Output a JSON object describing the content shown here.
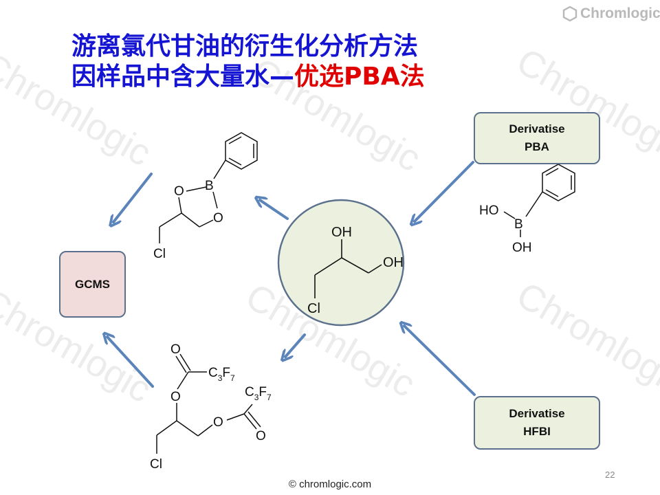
{
  "watermark": "Chromlogic",
  "logo": {
    "text": "Chromlogic"
  },
  "title": {
    "line1": "游离氯代甘油的衍生化分析方法",
    "line2_black": "因样品中含大量水—",
    "line2_red": "优选PBA法"
  },
  "boxes": {
    "pba": {
      "line1": "Derivatise",
      "line2": "PBA"
    },
    "hfbi": {
      "line1": "Derivatise",
      "line2": "HFBI"
    },
    "gcms": "GCMS"
  },
  "molecules": {
    "glycerol": {
      "oh1": "OH",
      "oh2": "OH",
      "cl": "Cl"
    },
    "pba_reagent": {
      "ho": "HO",
      "b": "B",
      "oh": "OH"
    },
    "pba_product": {
      "o1": "O",
      "b": "B",
      "o2": "O",
      "cl": "Cl"
    },
    "hfbi_product": {
      "o_top": "O",
      "c3f7_a": "C",
      "sub3_a": "3",
      "f_a": "F",
      "sub7_a": "7",
      "o_ester1": "O",
      "c3f7_b": "C",
      "sub3_b": "3",
      "f_b": "F",
      "sub7_b": "7",
      "o_ester2": "O",
      "o_carbonyl": "O",
      "cl": "Cl"
    }
  },
  "colors": {
    "title_blue": "#1414d2",
    "title_red": "#e00000",
    "arrow": "#5b84bb",
    "circle_fill": "#ebf1de",
    "circle_stroke": "#5a708c",
    "box_green": "#ebf1de",
    "box_pink": "#f2dcdb"
  },
  "footer": "© chromlogic.com",
  "page_number": "22"
}
